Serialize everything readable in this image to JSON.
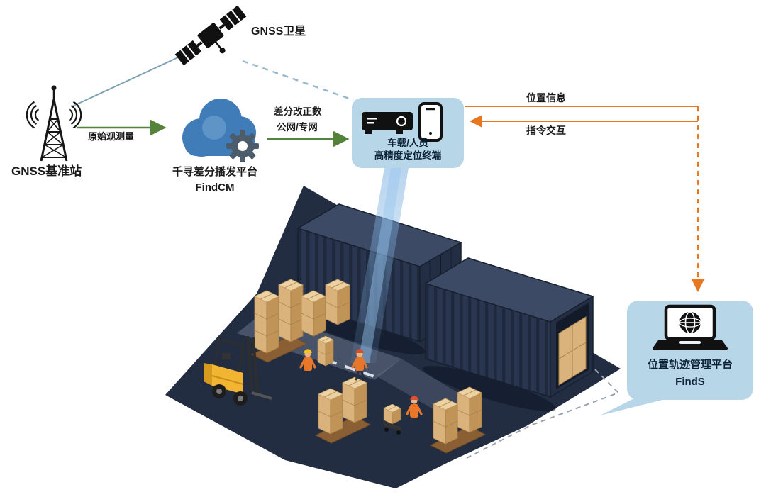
{
  "nodes": {
    "satellite": {
      "label": "GNSS卫星",
      "icon": "satellite-icon"
    },
    "base_station": {
      "label": "GNSS基准站",
      "icon": "antenna-tower-icon"
    },
    "cloud_platform": {
      "name": "千寻差分播发平台",
      "product": "FindCM",
      "icon": "cloud-gear-icon"
    },
    "terminal": {
      "line1": "车载/人员",
      "line2": "高精度定位终端",
      "icon": "receiver-and-phone-icon"
    },
    "management_platform": {
      "name": "位置轨迹管理平台",
      "product": "FindS",
      "icon": "laptop-globe-icon"
    }
  },
  "links": {
    "raw_observation": "原始观测量",
    "correction_line1": "差分改正数",
    "correction_line2": "公网/专网",
    "position_info": "位置信息",
    "command_interaction": "指令交互"
  },
  "colors": {
    "bubble_bg": "#b7d6e8",
    "cloud_blue": "#3f7cb8",
    "gear_gray": "#4d5c6b",
    "arrow_green": "#55833b",
    "arrow_orange": "#e87722",
    "link_blue": "#8fb3c4",
    "platform_navy": "#222d42",
    "container_navy": "#2a3650",
    "box_tan": "#d9b27c",
    "forklift_yellow": "#f2b531",
    "vest_orange": "#e8772a"
  }
}
